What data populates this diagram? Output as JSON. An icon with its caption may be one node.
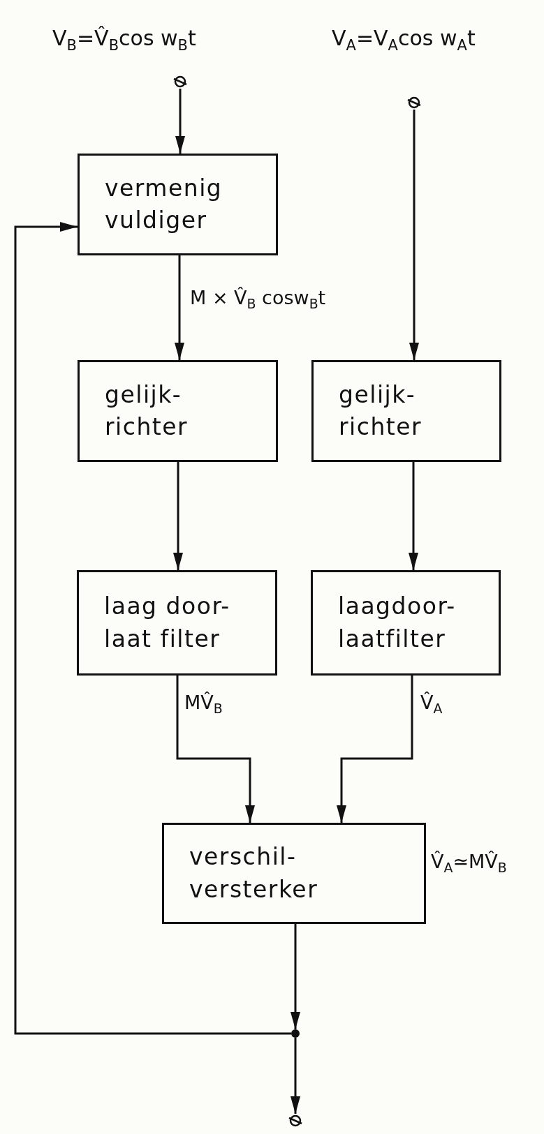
{
  "diagram": {
    "nodes": [
      {
        "text": [],
        "shape": "circle"
      },
      {
        "text": [],
        "shape": "circle"
      },
      {
        "text": [
          "vermenig vuldiger"
        ]
      },
      {
        "text": [
          "gelijk- richter"
        ]
      },
      {
        "text": [
          "gelijk- richter"
        ]
      },
      {
        "text": [
          "laag door- laat filter"
        ]
      },
      {
        "text": [
          "laagdoor- laatfilter"
        ]
      },
      {
        "text": [
          "verschil- versterker"
        ],
        "beside": [
          "V̂$_{A}$≃MV̂$_{B}$"
        ]
      },
      {
        "text": [],
        "shape": "dot"
      },
      {
        "text": [],
        "shape": "circle"
      }
    ],
    "edges": [
      {
        "from": 0,
        "to": 2,
        "arrow": "to"
      },
      {
        "from": 1,
        "to": 4,
        "arrow": "to"
      },
      {
        "from": 2,
        "to": 3,
        "arrow": "to",
        "label": "M × V̂$_{B}$ cosw$_{B}$t"
      },
      {
        "from": 3,
        "to": 5,
        "arrow": "to"
      },
      {
        "from": 4,
        "to": 6,
        "arrow": "to"
      },
      {
        "from": 5,
        "to": 7,
        "arrow": "to",
        "label": "MV̂$_{B}$"
      },
      {
        "from": 6,
        "to": 7,
        "arrow": "to",
        "label": "V̂$_{A}$"
      },
      {
        "from": 7,
        "to": 8,
        "arrow": "to"
      },
      {
        "from": 8,
        "to": 9,
        "arrow": "to"
      },
      {
        "from": 8,
        "to": 2,
        "arrow": "to"
      }
    ],
    "labels": [
      "V$_{B}$=V̂$_{B}$cos w$_{B}$t",
      "V$_{A}$=V$_{A}$cos w$_{A}$t"
    ]
  }
}
